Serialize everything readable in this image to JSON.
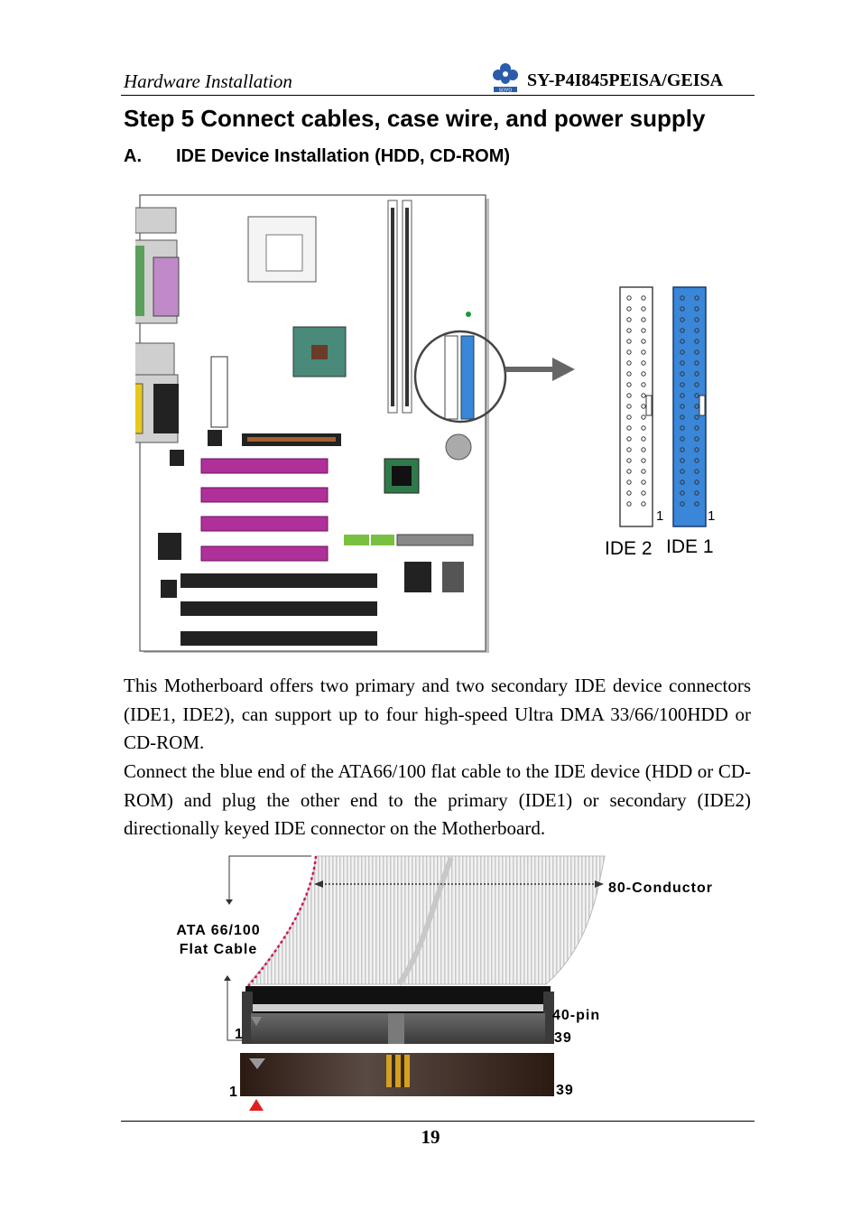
{
  "header": {
    "section": "Hardware Installation",
    "model": "SY-P4I845PEISA/GEISA",
    "logo_name": "soyo-logo"
  },
  "step": {
    "title": "Step 5 Connect cables, case wire, and power supply",
    "sub_letter": "A.",
    "sub_title": "IDE Device Installation (HDD, CD-ROM)"
  },
  "ide_figure": {
    "ide2_label": "IDE 2",
    "ide1_label": "IDE 1",
    "pin1_ide2": "1",
    "pin1_ide1": "1",
    "ide1_color": "#3a86d8",
    "ide2_color": "#ffffff"
  },
  "paragraphs": [
    "This Motherboard offers two primary and two secondary IDE device connectors (IDE1, IDE2), can support up to four high-speed Ultra DMA 33/66/100HDD or CD-ROM.",
    "Connect the blue end of the ATA66/100 flat cable to the IDE device (HDD or CD-ROM) and plug the other end to the primary (IDE1) or secondary (IDE2) directionally keyed IDE connector on the Motherboard."
  ],
  "cable_figure": {
    "conductor_label": "80-Conductor",
    "cable_label_line1": "ATA 66/100",
    "cable_label_line2": "Flat Cable",
    "pin_label": "40-pin",
    "plug_pin1": "1",
    "plug_pin39": "39",
    "header_pin1": "1",
    "header_pin39": "39"
  },
  "footer": {
    "page_number": "19"
  }
}
